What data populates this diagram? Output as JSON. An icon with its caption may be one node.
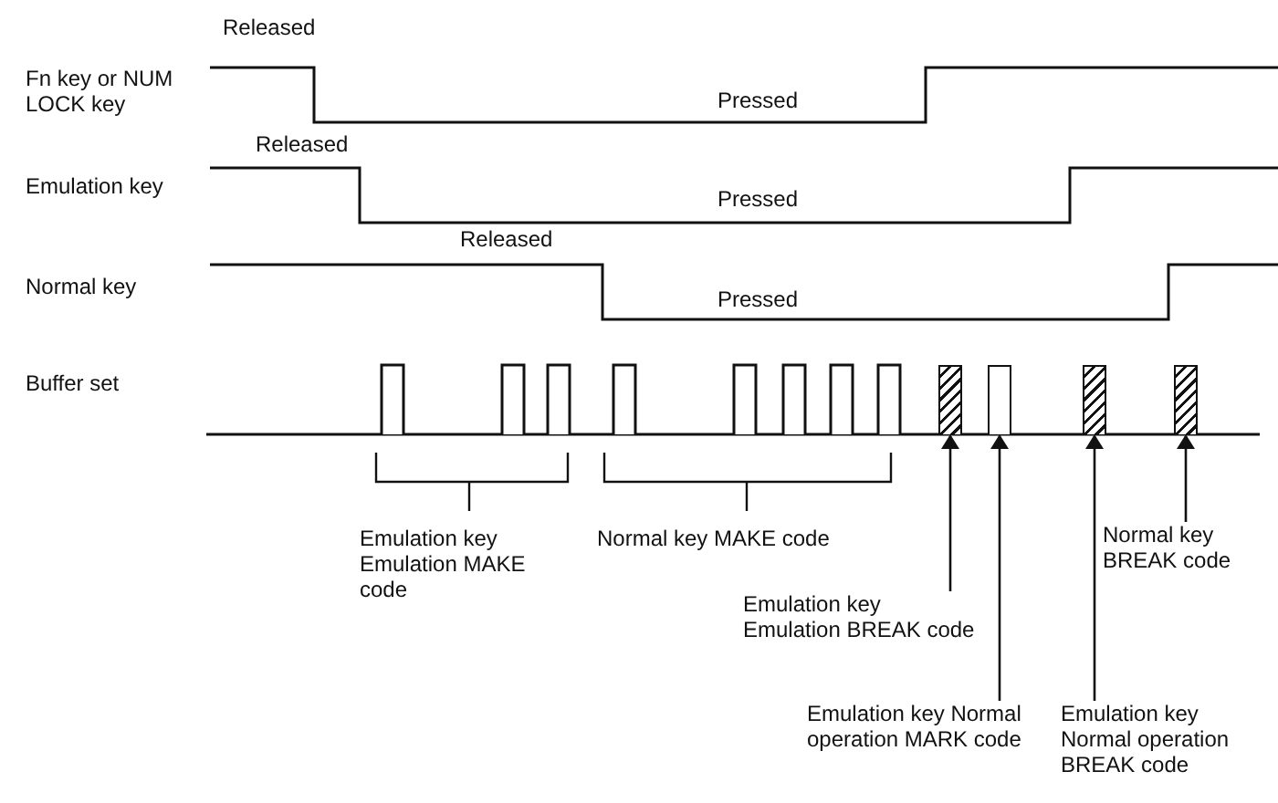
{
  "diagram": {
    "nodes": [
      {
        "text": [],
        "shape": "bar"
      },
      {
        "text": [],
        "shape": "bar"
      },
      {
        "text": [],
        "shape": "bar"
      },
      {
        "text": [],
        "shape": "bar"
      },
      {
        "text": [
          "Normal key BREAK code"
        ]
      },
      {
        "text": [
          "Emulation key Emulation BREAK code"
        ]
      },
      {
        "text": [
          "Emulation key Normal operation MARK code"
        ]
      },
      {
        "text": [
          "Emulation key Normal operation BREAK code"
        ]
      }
    ],
    "edges": [
      {
        "from": 5,
        "to": 0,
        "arrow": "to"
      },
      {
        "from": 6,
        "to": 1,
        "arrow": "to"
      },
      {
        "from": 7,
        "to": 2,
        "arrow": "to"
      },
      {
        "from": 4,
        "to": 3,
        "arrow": "to"
      }
    ],
    "labels": [
      "Released",
      "Fn key or NUM LOCK key",
      "Pressed",
      "Released",
      "Emulation key",
      "Pressed",
      "Released",
      "Normal key",
      "Pressed",
      "Buffer set",
      "Emulation key Emulation MAKE code",
      "Normal key MAKE code"
    ]
  }
}
